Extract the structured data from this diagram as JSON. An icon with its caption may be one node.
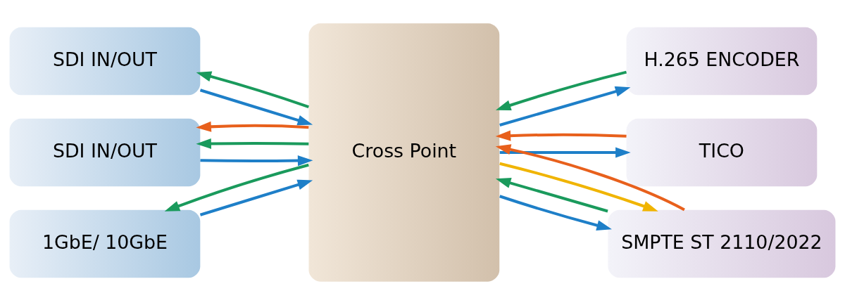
{
  "diagram": {
    "nodes": [
      {
        "text": [
          "SDI IN/OUT"
        ]
      },
      {
        "text": [
          "SDI IN/OUT"
        ]
      },
      {
        "text": [
          "1GbE/ 10GbE"
        ]
      },
      {
        "text": [
          "Cross Point"
        ]
      },
      {
        "text": [
          "H.265 ENCODER"
        ]
      },
      {
        "text": [
          "TICO"
        ]
      },
      {
        "text": [
          "SMPTE ST 2110/2022"
        ]
      }
    ],
    "edges": [
      {
        "from": 0,
        "to": 3,
        "arrow": "to",
        "color": "#1e7fc8"
      },
      {
        "from": 3,
        "to": 0,
        "arrow": "to",
        "color": "#1a9a5c"
      },
      {
        "from": 1,
        "to": 3,
        "arrow": "to",
        "color": "#1e7fc8"
      },
      {
        "from": 3,
        "to": 1,
        "arrow": "to",
        "color": "#1a9a5c"
      },
      {
        "from": 3,
        "to": 1,
        "arrow": "to",
        "color": "#e8601c"
      },
      {
        "from": 2,
        "to": 3,
        "arrow": "to",
        "color": "#1e7fc8"
      },
      {
        "from": 3,
        "to": 2,
        "arrow": "to",
        "color": "#1a9a5c"
      },
      {
        "from": 3,
        "to": 4,
        "arrow": "to",
        "color": "#1e7fc8"
      },
      {
        "from": 4,
        "to": 3,
        "arrow": "to",
        "color": "#1a9a5c"
      },
      {
        "from": 3,
        "to": 5,
        "arrow": "to",
        "color": "#1e7fc8"
      },
      {
        "from": 5,
        "to": 3,
        "arrow": "to",
        "color": "#e8601c"
      },
      {
        "from": 3,
        "to": 6,
        "arrow": "to",
        "color": "#1e7fc8"
      },
      {
        "from": 6,
        "to": 3,
        "arrow": "to",
        "color": "#1a9a5c"
      },
      {
        "from": 3,
        "to": 6,
        "arrow": "to",
        "color": "#f0b400"
      },
      {
        "from": 6,
        "to": 3,
        "arrow": "to",
        "color": "#e8601c"
      }
    ]
  }
}
